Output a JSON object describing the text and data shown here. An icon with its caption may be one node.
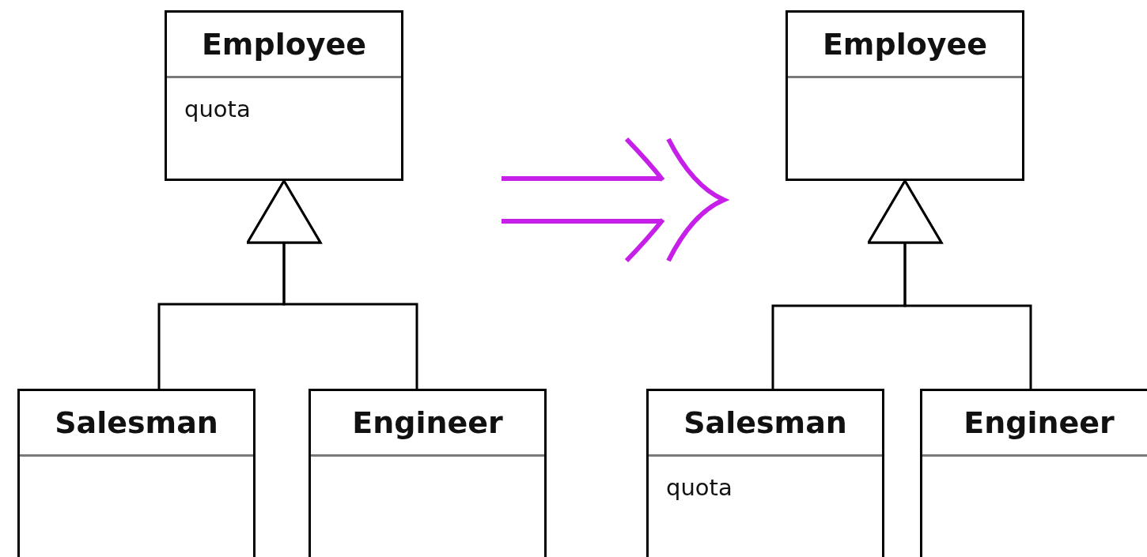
{
  "diagram": {
    "nodes": [
      {
        "text": [
          "Employee",
          "quota"
        ]
      },
      {
        "text": [
          "Salesman"
        ]
      },
      {
        "text": [
          "Engineer"
        ]
      },
      {
        "text": [
          "Employee"
        ]
      },
      {
        "text": [
          "Salesman",
          "quota"
        ]
      },
      {
        "text": [
          "Engineer"
        ]
      }
    ],
    "edges": [
      {
        "from": 1,
        "to": 0,
        "arrow": "to"
      },
      {
        "from": 2,
        "to": 0,
        "arrow": "to"
      },
      {
        "from": 4,
        "to": 3,
        "arrow": "to"
      },
      {
        "from": 5,
        "to": 3,
        "arrow": "to"
      }
    ]
  }
}
